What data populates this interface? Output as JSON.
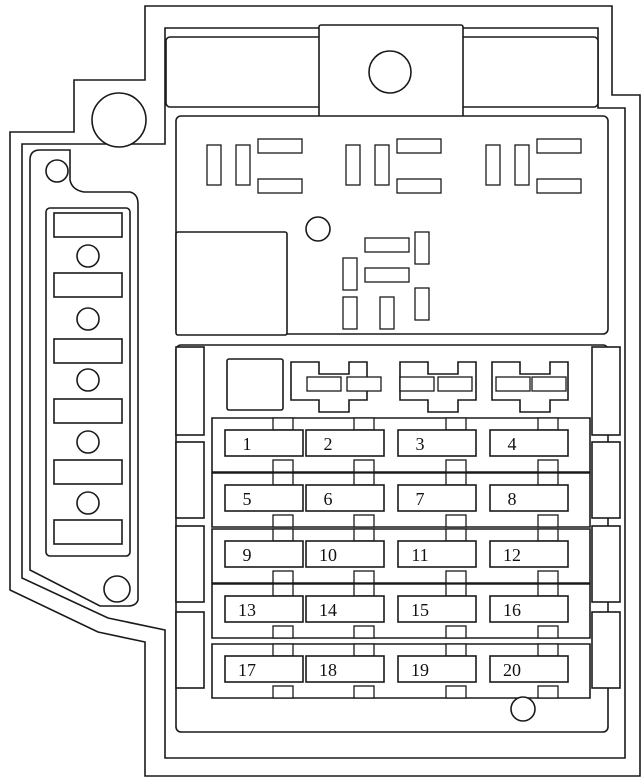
{
  "diagram": {
    "type": "fuse-box-layout",
    "fuse_labels": [
      "1",
      "2",
      "3",
      "4",
      "5",
      "6",
      "7",
      "8",
      "9",
      "10",
      "11",
      "12",
      "13",
      "14",
      "15",
      "16",
      "17",
      "18",
      "19",
      "20"
    ],
    "colors": {
      "line": "#1a1a1a",
      "background": "#ffffff"
    }
  }
}
